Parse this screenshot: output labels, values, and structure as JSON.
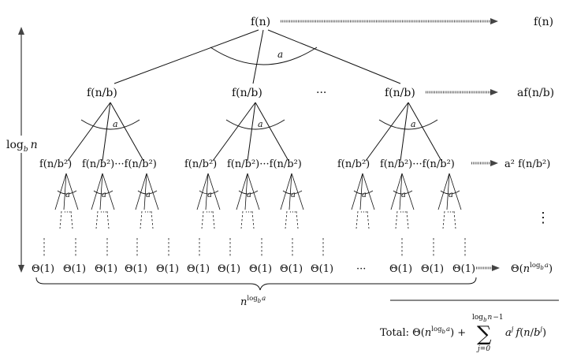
{
  "root": {
    "label": "f(n)",
    "arity": "a"
  },
  "level1": {
    "node_label": "f(n/b)",
    "arity": "a",
    "ellipsis": "···",
    "row_sum": "af(n/b)"
  },
  "level2": {
    "node_label_first": "f(n/b²)",
    "node_label_mid": "f(n/b²)···f(n/b²)",
    "arity": "a",
    "row_sum": "a² f(n/b²)"
  },
  "leaves": {
    "label": "Θ(1)",
    "ellipsis": "···",
    "row_sum": "Θ(n^{log_b a})"
  },
  "right_column": {
    "top": "f(n)",
    "vertical_ellipsis": "⋮"
  },
  "height_label": "log_b n",
  "width_label": "n^{log_b a}",
  "total": {
    "prefix": "Total: Θ(n",
    "log_exp": "log_b a",
    "plus": ") +",
    "sum_upper": "log_b n−1",
    "sum_lower": "j=0",
    "term": "a^j f(n/b^j)"
  }
}
